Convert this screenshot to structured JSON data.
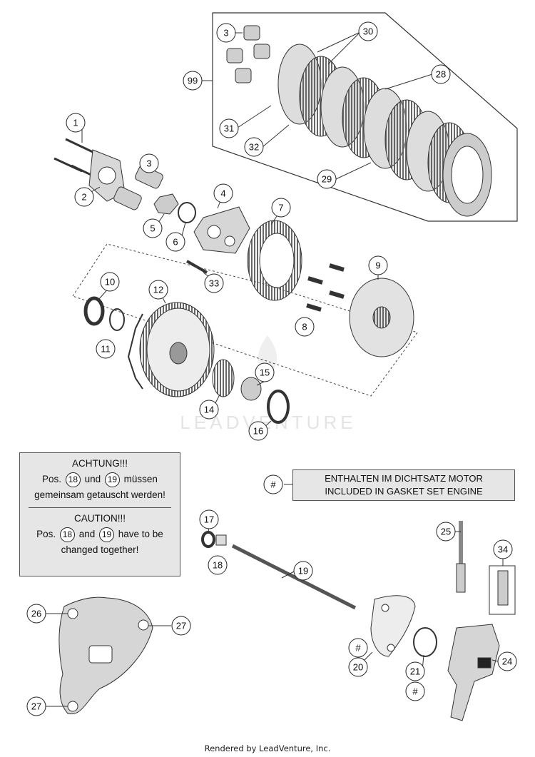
{
  "watermark": "LEADVENTURE",
  "note": {
    "de_title": "ACHTUNG!!!",
    "de_line1_pre": "Pos.",
    "de_ref1": "18",
    "de_mid": "und",
    "de_ref2": "19",
    "de_line1_post": "müssen",
    "de_line2": "gemeinsam getauscht werden!",
    "en_title": "CAUTION!!!",
    "en_line1_pre": "Pos.",
    "en_ref1": "18",
    "en_mid": "and",
    "en_ref2": "19",
    "en_line1_post": "have to be",
    "en_line2": "changed together!"
  },
  "gasket_note": {
    "symbol": "#",
    "line1": "ENTHALTEN IM DICHTSATZ MOTOR",
    "line2": "INCLUDED IN GASKET SET ENGINE"
  },
  "callouts": [
    "1",
    "2",
    "3",
    "3",
    "4",
    "5",
    "6",
    "7",
    "8",
    "9",
    "10",
    "11",
    "12",
    "14",
    "15",
    "16",
    "17",
    "18",
    "19",
    "20",
    "21",
    "24",
    "25",
    "26",
    "27",
    "27",
    "28",
    "29",
    "30",
    "31",
    "32",
    "33",
    "34",
    "99",
    "#",
    "#"
  ],
  "footer": "Rendered by LeadVenture, Inc."
}
